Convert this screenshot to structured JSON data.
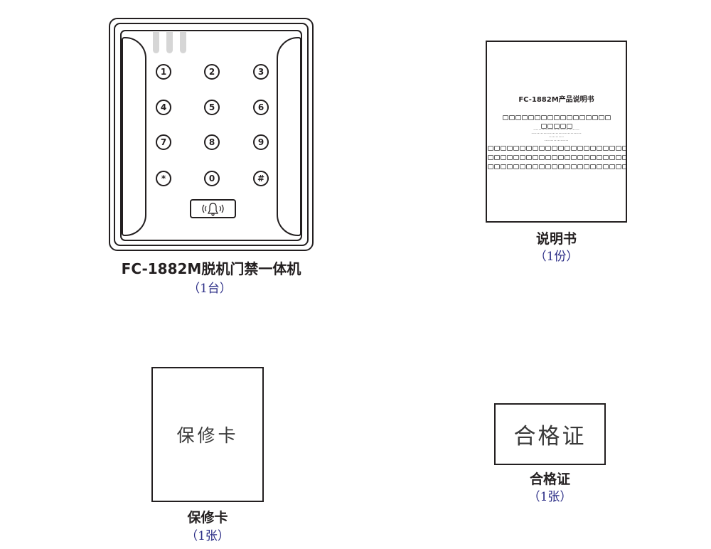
{
  "items": [
    {
      "name": "FC-1882M脱机门禁一体机",
      "quantity": "（1台）"
    },
    {
      "name": "说明书",
      "quantity": "（1份）"
    },
    {
      "name": "保修卡",
      "quantity": "（1张）"
    },
    {
      "name": "合格证",
      "quantity": "（1张）"
    }
  ],
  "device": {
    "keys": [
      "1",
      "2",
      "3",
      "4",
      "5",
      "6",
      "7",
      "8",
      "9",
      "*",
      "0",
      "#"
    ],
    "bell_icon": "bell-icon"
  },
  "manual": {
    "cover_title": "FC-1882M产品说明书"
  },
  "warranty_card": {
    "cover_text": "保修卡"
  },
  "certificate": {
    "cover_text": "合格证"
  },
  "colors": {
    "outline": "#231f20",
    "quantity_text": "#2b2d86",
    "indicator_bars": "#d6d6d6"
  }
}
